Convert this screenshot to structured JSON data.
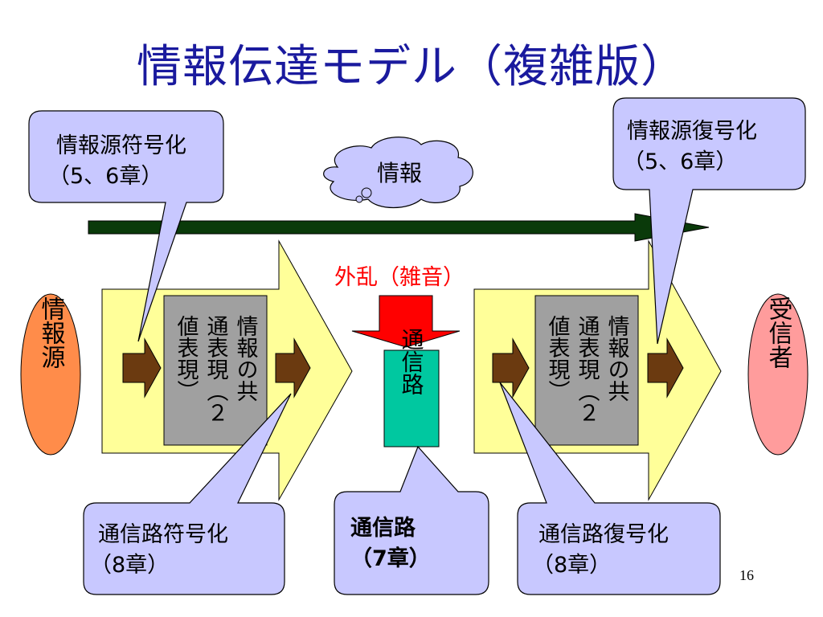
{
  "title": "情報伝達モデル（複雑版）",
  "page_number": "16",
  "cloud": {
    "label": "情報"
  },
  "noise": {
    "label": "外乱（雑音）"
  },
  "source": {
    "label": "情報源",
    "color": "#ff8c4a"
  },
  "receiver": {
    "label": "受信者",
    "color": "#ff9c9c"
  },
  "channel": {
    "label": "通信路",
    "color": "#00c8a0"
  },
  "left_gray_box": {
    "col1": "情報の共",
    "col2": "通表現（２",
    "col3": "値表現）"
  },
  "right_gray_box": {
    "col1": "情報の共",
    "col2": "通表現（２",
    "col3": "値表現）"
  },
  "callouts": {
    "source_coding": {
      "line1": "情報源符号化",
      "line2": "（5、6章）"
    },
    "source_decoding": {
      "line1": "情報源復号化",
      "line2": "（5、6章）"
    },
    "channel_coding": {
      "line1": "通信路符号化",
      "line2": "（8章）"
    },
    "channel": {
      "line1": "通信路",
      "line2": "（7章）"
    },
    "channel_decoding": {
      "line1": "通信路復号化",
      "line2": "（8章）"
    }
  },
  "colors": {
    "title": "#1a1a9e",
    "callout_fill": "#c8c8ff",
    "big_arrow_fill": "#ffff99",
    "gray_box": "#a0a0a0",
    "small_arrow": "#6b3a10",
    "info_arrow": "#0a3a0a",
    "noise_arrow": "#ff0000",
    "noise_text": "#ff0000"
  }
}
